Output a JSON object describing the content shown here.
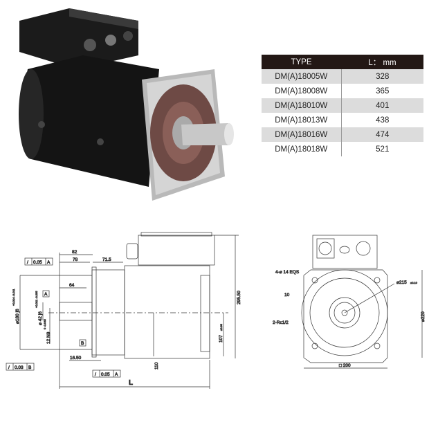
{
  "table": {
    "headers": [
      "TYPE",
      "L： mm"
    ],
    "rows": [
      [
        "DM(A)18005W",
        "328"
      ],
      [
        "DM(A)18008W",
        "365"
      ],
      [
        "DM(A)18010W",
        "401"
      ],
      [
        "DM(A)18013W",
        "438"
      ],
      [
        "DM(A)18016W",
        "474"
      ],
      [
        "DM(A)18018W",
        "521"
      ]
    ]
  },
  "side_view": {
    "dims": {
      "d82": "82",
      "d78": "78",
      "d71": "71.5",
      "d64": "64",
      "d1650": "16.50",
      "d110": "110",
      "d107": "107",
      "d107tol": "±0.30",
      "d295": "295.50",
      "L": "L",
      "d180": "⌀180 j6",
      "d180tol": "+0.014 -0.011",
      "d42": "⌀ 42 j6",
      "d42tol": "+0.011 -0.005",
      "d12": "12 N9",
      "d12tol": "0 -0.043"
    },
    "tolerances": [
      {
        "sym": "/",
        "val": "0.05",
        "ref": "A"
      },
      {
        "sym": "/",
        "val": "0.03",
        "ref": "B"
      },
      {
        "sym": "/",
        "val": "0.05",
        "ref": "A"
      }
    ],
    "datums": [
      "A",
      "B"
    ]
  },
  "front_view": {
    "dims": {
      "holes": "4-⌀ 14 EQS",
      "pcd": "⌀215",
      "pcdtol": "±0.10",
      "d10": "10",
      "rc": "2-Rc1/2",
      "d220": "⌀220",
      "d200": "□ 200"
    }
  }
}
